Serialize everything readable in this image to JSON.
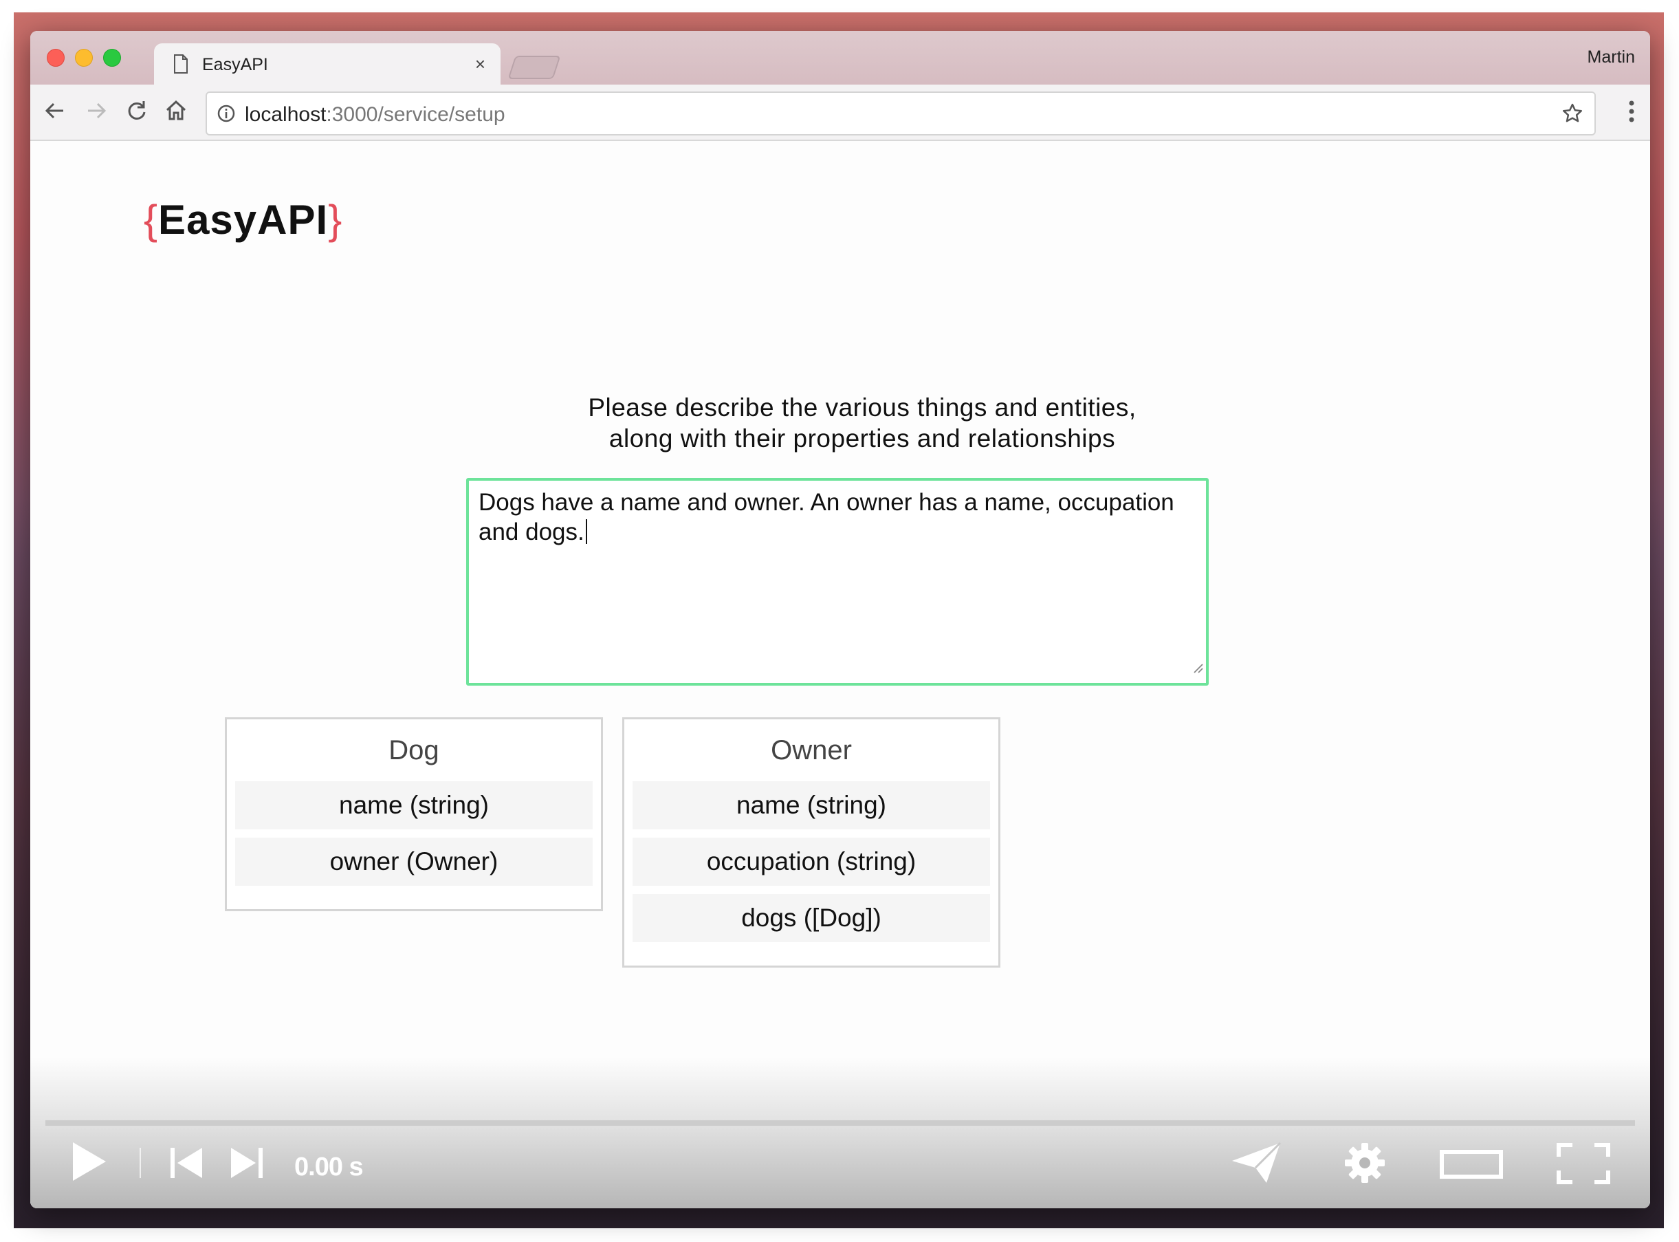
{
  "browser": {
    "tab_title": "EasyAPI",
    "tab_close": "×",
    "profile_name": "Martin",
    "url_host": "localhost",
    "url_path": ":3000/service/setup"
  },
  "page": {
    "logo_open_brace": "{",
    "logo_text": "EasyAPI",
    "logo_close_brace": "}",
    "prompt_line1": "Please describe the various things and entities,",
    "prompt_line2": "along with their properties and relationships",
    "description_line1": "Dogs have a name and owner. An owner has a name, occupation",
    "description_line2": "and dogs.",
    "entities": [
      {
        "name": "Dog",
        "properties": [
          "name (string)",
          "owner (Owner)"
        ]
      },
      {
        "name": "Owner",
        "properties": [
          "name (string)",
          "occupation (string)",
          "dogs ([Dog])"
        ]
      }
    ]
  },
  "player": {
    "time": "0.00 s",
    "progress": 0
  },
  "colors": {
    "accent_green": "#6de39a",
    "brace_red": "#e34d5a"
  }
}
